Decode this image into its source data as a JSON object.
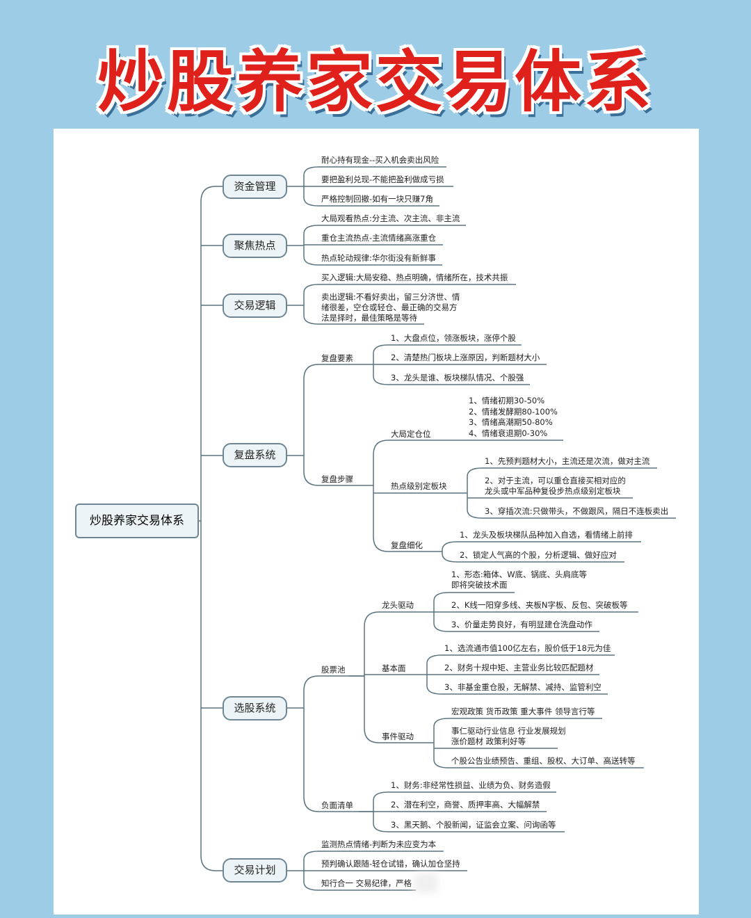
{
  "title": "炒股养家交易体系",
  "root": "炒股养家交易体系",
  "branches": {
    "funds": {
      "label": "资金管理",
      "items": [
        "耐心持有现金--买入机会卖出风险",
        "要把盈利兑现-不能把盈利做成亏损",
        "严格控制回撤-如有一块只赚7角"
      ]
    },
    "hotspot": {
      "label": "聚焦热点",
      "items": [
        "大局观看热点:分主流、次主流、非主流",
        "重仓主流热点-主流情绪高涨重仓",
        "热点轮动规律:华尔街没有新鲜事"
      ]
    },
    "logic": {
      "label": "交易逻辑",
      "items": [
        "买入逻辑:大局安稳、热点明确，情绪所在，技术共振",
        "卖出逻辑:不看好卖出，留三分济世、情",
        "绪很差，空仓或轻仓、最正确的交易方",
        "法是择时，最佳策略是等待"
      ]
    },
    "review": {
      "label": "复盘系统",
      "elements": {
        "label": "复盘要素",
        "items": [
          "1、大盘点位，领涨板块，涨停个股",
          "2、清楚热门板块上涨原因，判断题材大小",
          "3、龙头是谁、板块梯队情况、个股强"
        ]
      },
      "steps": {
        "label": "复盘步骤",
        "positioning": {
          "label": "大局定仓位",
          "items": [
            "1、情绪初期30-50%",
            "2、情绪发酵期80-100%",
            "3、情绪高潮期50-80%",
            "4、情绪衰退期0-30%"
          ]
        },
        "level": {
          "label": "热点级别定板块",
          "items": [
            "1、先预判题材大小，主流还是次流，做对主流",
            "2、对于主流，可以重仓直接买相对应的",
            "龙头或中军品种复役步热点级别定板块",
            "3、穿插次流:只做带头，不做跟风，隔日不连板卖出"
          ]
        },
        "detail": {
          "label": "复盘细化",
          "items": [
            "1、龙头及板块梯队品种加入自选，看情绪上前排",
            "2、锁定人气高的个股，分析逻辑、做好应对"
          ]
        }
      }
    },
    "pick": {
      "label": "选股系统",
      "pool": {
        "label": "股票池",
        "leader": {
          "label": "龙头驱动",
          "items": [
            "1、形态:箱体、W底、锅底、头肩底等",
            "即将突破技术面",
            "2、K线一阳穿多线、夹板N字板、反包、突破板等",
            "3、价量走势良好，有明显建仓洗盘动作"
          ]
        },
        "fundamental": {
          "label": "基本面",
          "items": [
            "1、选流通市值100亿左右，股价低于18元为佳",
            "2、财务十规中矩、主营业务比较匹配题材",
            "3、非基金重仓股，无解禁、减持、监管利空"
          ]
        },
        "event": {
          "label": "事件驱动",
          "items": [
            "宏观政策 货币政策 重大事件 领导言行等",
            "事仁驱动行业信息 行业发展规划",
            "涨价题材 政策利好等",
            "个股公告业绩预告、重组、股权、大订单、高送转等"
          ]
        }
      },
      "negative": {
        "label": "负面清单",
        "items": [
          "1、财务:非经常性损益、业绩为负、财务造假",
          "2、潜在利空，商誉、质押率高、大幅解禁",
          "3、黑天鹅、个股新闻，证监会立案、问询函等"
        ]
      }
    },
    "plan": {
      "label": "交易计划",
      "items": [
        "监测热点情绪-判断为未应变为本",
        "预判确认跟随-轻仓试错，确认加仓坚持",
        "知行合一 交易纪律，严格"
      ]
    }
  },
  "colors": {
    "title": "#e0211b",
    "line": "#5a7480",
    "background": "#9dcde6"
  }
}
